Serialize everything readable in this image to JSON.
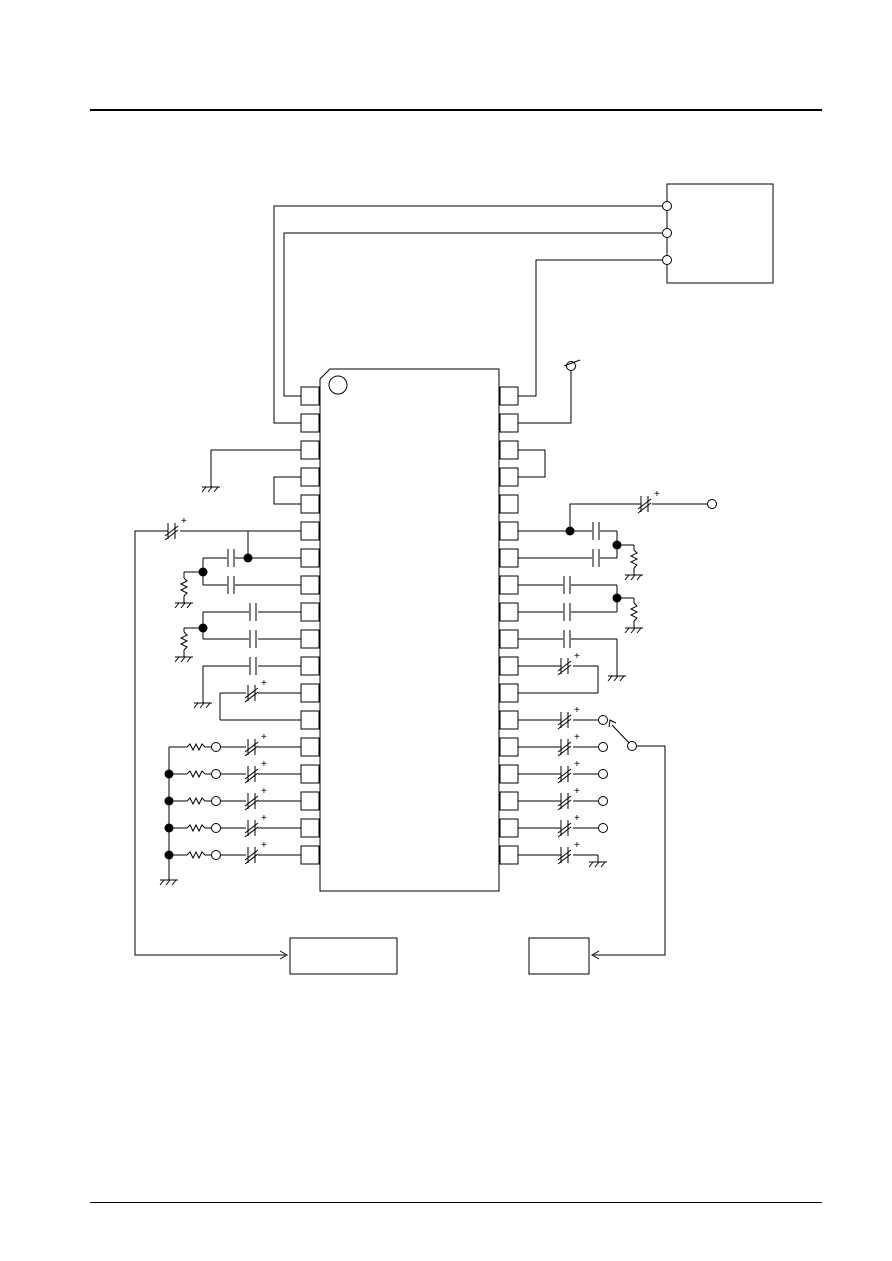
{
  "domain": "Diagram",
  "diagram": {
    "type": "circuit-schematic",
    "ic_pins_per_side": 18,
    "polarity_marker": "+",
    "line_color": "#000000",
    "background_color": "#ffffff",
    "component_types": [
      "capacitor",
      "electrolytic-capacitor",
      "resistor",
      "ground",
      "terminal",
      "switch",
      "junction",
      "block"
    ]
  }
}
